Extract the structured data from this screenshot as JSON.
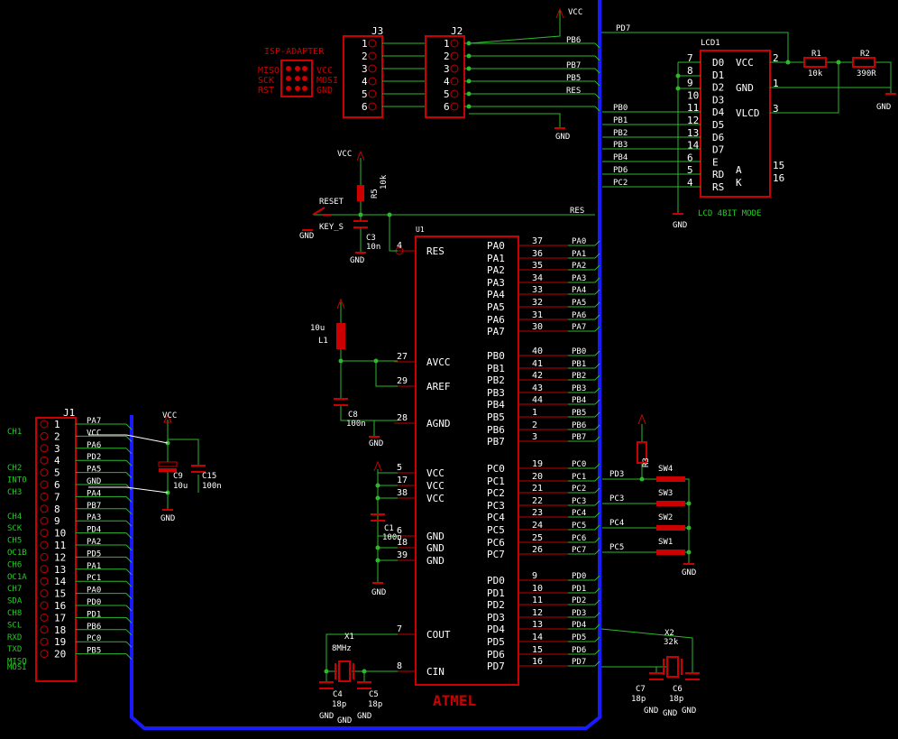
{
  "u1": {
    "ref": "U1",
    "vendor": "ATMEL",
    "left_pins": [
      {
        "num": "4",
        "name": "RES"
      },
      {
        "num": "27",
        "name": "AVCC"
      },
      {
        "num": "29",
        "name": "AREF"
      },
      {
        "num": "28",
        "name": "AGND"
      },
      {
        "num": "5",
        "name": "VCC"
      },
      {
        "num": "17",
        "name": "VCC"
      },
      {
        "num": "38",
        "name": "VCC"
      },
      {
        "num": "6",
        "name": "GND"
      },
      {
        "num": "18",
        "name": "GND"
      },
      {
        "num": "39",
        "name": "GND"
      },
      {
        "num": "7",
        "name": "COUT"
      },
      {
        "num": "8",
        "name": "CIN"
      }
    ],
    "right_pins": [
      {
        "num": "37",
        "name": "PA0",
        "net": "PA0"
      },
      {
        "num": "36",
        "name": "PA1",
        "net": "PA1"
      },
      {
        "num": "35",
        "name": "PA2",
        "net": "PA2"
      },
      {
        "num": "34",
        "name": "PA3",
        "net": "PA3"
      },
      {
        "num": "33",
        "name": "PA4",
        "net": "PA4"
      },
      {
        "num": "32",
        "name": "PA5",
        "net": "PA5"
      },
      {
        "num": "31",
        "name": "PA6",
        "net": "PA6"
      },
      {
        "num": "30",
        "name": "PA7",
        "net": "PA7"
      },
      {
        "num": "40",
        "name": "PB0",
        "net": "PB0"
      },
      {
        "num": "41",
        "name": "PB1",
        "net": "PB1"
      },
      {
        "num": "42",
        "name": "PB2",
        "net": "PB2"
      },
      {
        "num": "43",
        "name": "PB3",
        "net": "PB3"
      },
      {
        "num": "44",
        "name": "PB4",
        "net": "PB4"
      },
      {
        "num": "1",
        "name": "PB5",
        "net": "PB5"
      },
      {
        "num": "2",
        "name": "PB6",
        "net": "PB6"
      },
      {
        "num": "3",
        "name": "PB7",
        "net": "PB7"
      },
      {
        "num": "19",
        "name": "PC0",
        "net": "PC0"
      },
      {
        "num": "20",
        "name": "PC1",
        "net": "PC1"
      },
      {
        "num": "21",
        "name": "PC2",
        "net": "PC2"
      },
      {
        "num": "22",
        "name": "PC3",
        "net": "PC3"
      },
      {
        "num": "23",
        "name": "PC4",
        "net": "PC4"
      },
      {
        "num": "24",
        "name": "PC5",
        "net": "PC5"
      },
      {
        "num": "25",
        "name": "PC6",
        "net": "PC6"
      },
      {
        "num": "26",
        "name": "PC7",
        "net": "PC7"
      },
      {
        "num": "9",
        "name": "PD0",
        "net": "PD0"
      },
      {
        "num": "10",
        "name": "PD1",
        "net": "PD1"
      },
      {
        "num": "11",
        "name": "PD2",
        "net": "PD2"
      },
      {
        "num": "12",
        "name": "PD3",
        "net": "PD3"
      },
      {
        "num": "13",
        "name": "PD4",
        "net": "PD4"
      },
      {
        "num": "14",
        "name": "PD5",
        "net": "PD5"
      },
      {
        "num": "15",
        "name": "PD6",
        "net": "PD6"
      },
      {
        "num": "16",
        "name": "PD7",
        "net": "PD7"
      }
    ]
  },
  "j1": {
    "ref": "J1",
    "pins": [
      {
        "num": "1",
        "sig": "CH1",
        "net": "PA7"
      },
      {
        "num": "2",
        "sig": "",
        "net": "VCC"
      },
      {
        "num": "3",
        "sig": "",
        "net": "PA6"
      },
      {
        "num": "4",
        "sig": "CH2",
        "net": "PD2"
      },
      {
        "num": "5",
        "sig": "INT0",
        "net": "PA5"
      },
      {
        "num": "6",
        "sig": "CH3",
        "net": "GND"
      },
      {
        "num": "7",
        "sig": "",
        "net": "PA4"
      },
      {
        "num": "8",
        "sig": "CH4",
        "net": "PB7"
      },
      {
        "num": "9",
        "sig": "SCK",
        "net": "PA3"
      },
      {
        "num": "10",
        "sig": "CH5",
        "net": "PD4"
      },
      {
        "num": "11",
        "sig": "OC1B",
        "net": "PA2"
      },
      {
        "num": "12",
        "sig": "CH6",
        "net": "PD5"
      },
      {
        "num": "13",
        "sig": "OC1A",
        "net": "PA1"
      },
      {
        "num": "14",
        "sig": "CH7",
        "net": "PC1"
      },
      {
        "num": "15",
        "sig": "SDA",
        "net": "PA0"
      },
      {
        "num": "16",
        "sig": "CH8",
        "net": "PD0"
      },
      {
        "num": "17",
        "sig": "SCL",
        "net": "PD1"
      },
      {
        "num": "18",
        "sig": "RXD",
        "net": "PB6"
      },
      {
        "num": "19",
        "sig": "TXD",
        "net": "PC0"
      },
      {
        "num": "20",
        "sig": "MISO",
        "net": "PB5"
      }
    ],
    "extra_sig": "MOSI"
  },
  "j3": {
    "ref": "J3",
    "pins": [
      "1",
      "2",
      "3",
      "4",
      "5",
      "6"
    ]
  },
  "j2": {
    "ref": "J2",
    "pins": [
      "1",
      "2",
      "3",
      "4",
      "5",
      "6"
    ]
  },
  "isp": {
    "title": "ISP-ADAPTER",
    "left": [
      "MISO",
      "SCK",
      "RST"
    ],
    "right": [
      "VCC",
      "MOSI",
      "GND"
    ]
  },
  "j2_nets": [
    "PB6",
    "",
    "PB7",
    "PB5",
    "RES",
    ""
  ],
  "lcd": {
    "ref": "LCD1",
    "caption": "LCD 4BIT MODE",
    "left_pins": [
      {
        "num": "7",
        "name": "D0"
      },
      {
        "num": "8",
        "name": "D1"
      },
      {
        "num": "9",
        "name": "D2"
      },
      {
        "num": "10",
        "name": "D3"
      },
      {
        "num": "11",
        "name": "D4"
      },
      {
        "num": "12",
        "name": "D5"
      },
      {
        "num": "13",
        "name": "D6"
      },
      {
        "num": "14",
        "name": "D7"
      },
      {
        "num": "6",
        "name": "E"
      },
      {
        "num": "5",
        "name": "RD"
      },
      {
        "num": "4",
        "name": "RS"
      }
    ],
    "right_pins": [
      {
        "num": "2",
        "name": "VCC"
      },
      {
        "num": "1",
        "name": "GND"
      },
      {
        "num": "3",
        "name": "VLCD"
      },
      {
        "num": "15",
        "name": "A"
      },
      {
        "num": "16",
        "name": "K"
      }
    ],
    "nets": [
      "PB0",
      "PB1",
      "PB2",
      "PB3",
      "PB4",
      "PD6",
      "PC2"
    ]
  },
  "top_nets": {
    "pd7": "PD7",
    "vcc": "VCC",
    "gnd": "GND",
    "res": "RES"
  },
  "parts": {
    "r1": {
      "ref": "R1",
      "val": "10k"
    },
    "r2": {
      "ref": "R2",
      "val": "390R"
    },
    "r3": {
      "ref": "R3"
    },
    "r5": {
      "ref": "R5",
      "val": "10k"
    },
    "c1": {
      "ref": "C1",
      "val": "100n"
    },
    "c3": {
      "ref": "C3",
      "val": "10n"
    },
    "c4": {
      "ref": "C4",
      "val": "18p"
    },
    "c5": {
      "ref": "C5",
      "val": "18p"
    },
    "c6": {
      "ref": "C6",
      "val": "18p"
    },
    "c7": {
      "ref": "C7",
      "val": "18p"
    },
    "c8": {
      "ref": "C8",
      "val": "100n"
    },
    "c9": {
      "ref": "C9",
      "val": "10u"
    },
    "c15": {
      "ref": "C15",
      "val": "100n"
    },
    "l1": {
      "ref": "L1",
      "val": "10u"
    },
    "x1": {
      "ref": "X1",
      "val": "8MHz"
    },
    "x2": {
      "ref": "X2",
      "val": "32k"
    },
    "reset": {
      "ref": "RESET",
      "val": "KEY_S"
    },
    "sw1": "SW1",
    "sw2": "SW2",
    "sw3": "SW3",
    "sw4": "SW4"
  },
  "switch_nets": [
    "PD3",
    "PC3",
    "PC4",
    "PC5"
  ],
  "colors": {
    "wire": "#2db82d",
    "part": "#c00000",
    "bus": "#1a1aff",
    "text": "#ffffff"
  }
}
